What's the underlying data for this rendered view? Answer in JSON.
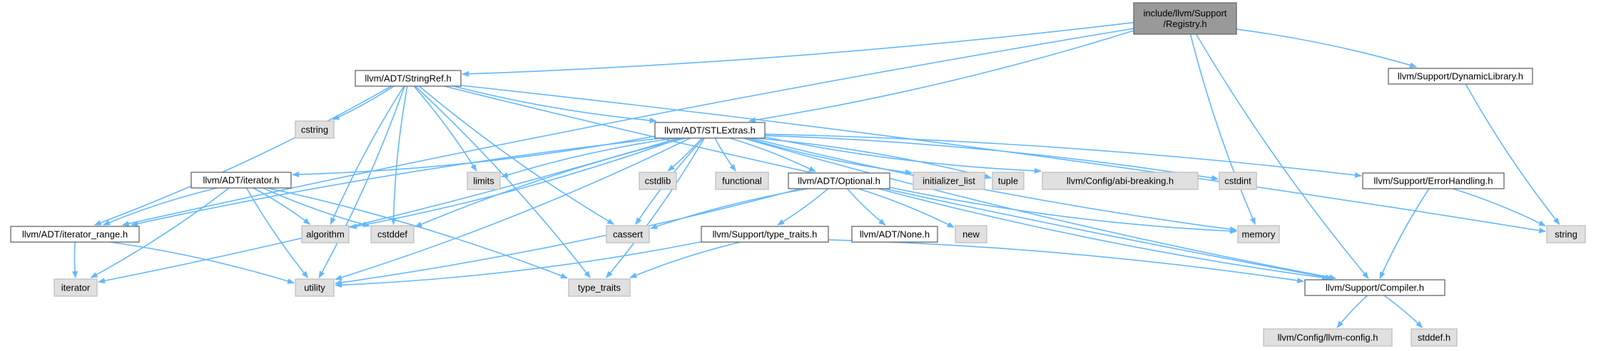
{
  "colors": {
    "root_fill": "#999999",
    "file_fill": "#ffffff",
    "system_fill": "#e0e0e0",
    "system_stroke": "#bfbfbf",
    "node_stroke": "#666666",
    "edge": "#63b8ff"
  },
  "nodes": [
    {
      "id": "registry",
      "label": [
        "include/llvm/Support",
        "/Registry.h"
      ],
      "kind": "root"
    },
    {
      "id": "stringref",
      "label": [
        "llvm/ADT/StringRef.h"
      ],
      "kind": "file"
    },
    {
      "id": "dynlib",
      "label": [
        "llvm/Support/DynamicLibrary.h"
      ],
      "kind": "file"
    },
    {
      "id": "cstring",
      "label": [
        "cstring"
      ],
      "kind": "system"
    },
    {
      "id": "stlextras",
      "label": [
        "llvm/ADT/STLExtras.h"
      ],
      "kind": "file"
    },
    {
      "id": "iterator_h",
      "label": [
        "llvm/ADT/iterator.h"
      ],
      "kind": "file"
    },
    {
      "id": "limits",
      "label": [
        "limits"
      ],
      "kind": "system"
    },
    {
      "id": "cstdlib",
      "label": [
        "cstdlib"
      ],
      "kind": "system"
    },
    {
      "id": "functional",
      "label": [
        "functional"
      ],
      "kind": "system"
    },
    {
      "id": "optional",
      "label": [
        "llvm/ADT/Optional.h"
      ],
      "kind": "file"
    },
    {
      "id": "initializer_list",
      "label": [
        "initializer_list"
      ],
      "kind": "system"
    },
    {
      "id": "tuple",
      "label": [
        "tuple"
      ],
      "kind": "system"
    },
    {
      "id": "abibreaking",
      "label": [
        "llvm/Config/abi-breaking.h"
      ],
      "kind": "system"
    },
    {
      "id": "cstdint",
      "label": [
        "cstdint"
      ],
      "kind": "system"
    },
    {
      "id": "errorhandling",
      "label": [
        "llvm/Support/ErrorHandling.h"
      ],
      "kind": "file"
    },
    {
      "id": "iterator_range",
      "label": [
        "llvm/ADT/iterator_range.h"
      ],
      "kind": "file"
    },
    {
      "id": "algorithm",
      "label": [
        "algorithm"
      ],
      "kind": "system"
    },
    {
      "id": "cstddef",
      "label": [
        "cstddef"
      ],
      "kind": "system"
    },
    {
      "id": "cassert",
      "label": [
        "cassert"
      ],
      "kind": "system"
    },
    {
      "id": "typetraits_h",
      "label": [
        "llvm/Support/type_traits.h"
      ],
      "kind": "file"
    },
    {
      "id": "none",
      "label": [
        "llvm/ADT/None.h"
      ],
      "kind": "file"
    },
    {
      "id": "new",
      "label": [
        "new"
      ],
      "kind": "system"
    },
    {
      "id": "memory",
      "label": [
        "memory"
      ],
      "kind": "system"
    },
    {
      "id": "string",
      "label": [
        "string"
      ],
      "kind": "system"
    },
    {
      "id": "iterator",
      "label": [
        "iterator"
      ],
      "kind": "system"
    },
    {
      "id": "utility",
      "label": [
        "utility"
      ],
      "kind": "system"
    },
    {
      "id": "type_traits",
      "label": [
        "type_traits"
      ],
      "kind": "system"
    },
    {
      "id": "compiler",
      "label": [
        "llvm/Support/Compiler.h"
      ],
      "kind": "file"
    },
    {
      "id": "llvmconfig",
      "label": [
        "llvm/Config/llvm-config.h"
      ],
      "kind": "system"
    },
    {
      "id": "stddef",
      "label": [
        "stddef.h"
      ],
      "kind": "system"
    }
  ],
  "edges": [
    [
      "registry",
      "stringref"
    ],
    [
      "registry",
      "iterator_range"
    ],
    [
      "registry",
      "stlextras"
    ],
    [
      "registry",
      "memory"
    ],
    [
      "registry",
      "dynlib"
    ],
    [
      "registry",
      "compiler"
    ],
    [
      "stringref",
      "cstring"
    ],
    [
      "stringref",
      "stlextras"
    ],
    [
      "stringref",
      "iterator_range"
    ],
    [
      "stringref",
      "algorithm"
    ],
    [
      "stringref",
      "utility"
    ],
    [
      "stringref",
      "cstddef"
    ],
    [
      "stringref",
      "limits"
    ],
    [
      "stringref",
      "cassert"
    ],
    [
      "stringref",
      "type_traits"
    ],
    [
      "stringref",
      "compiler"
    ],
    [
      "stringref",
      "string"
    ],
    [
      "dynlib",
      "string"
    ],
    [
      "stlextras",
      "iterator_h"
    ],
    [
      "stlextras",
      "iterator_range"
    ],
    [
      "stlextras",
      "iterator"
    ],
    [
      "stlextras",
      "limits"
    ],
    [
      "stlextras",
      "algorithm"
    ],
    [
      "stlextras",
      "cstddef"
    ],
    [
      "stlextras",
      "utility"
    ],
    [
      "stlextras",
      "cassert"
    ],
    [
      "stlextras",
      "cstdlib"
    ],
    [
      "stlextras",
      "functional"
    ],
    [
      "stlextras",
      "optional"
    ],
    [
      "stlextras",
      "initializer_list"
    ],
    [
      "stlextras",
      "tuple"
    ],
    [
      "stlextras",
      "abibreaking"
    ],
    [
      "stlextras",
      "cstdint"
    ],
    [
      "stlextras",
      "memory"
    ],
    [
      "stlextras",
      "type_traits"
    ],
    [
      "stlextras",
      "compiler"
    ],
    [
      "stlextras",
      "errorhandling"
    ],
    [
      "iterator_h",
      "iterator_range"
    ],
    [
      "iterator_h",
      "algorithm"
    ],
    [
      "iterator_h",
      "cstddef"
    ],
    [
      "iterator_h",
      "iterator"
    ],
    [
      "iterator_h",
      "utility"
    ],
    [
      "iterator_h",
      "type_traits"
    ],
    [
      "iterator_range",
      "iterator"
    ],
    [
      "iterator_range",
      "utility"
    ],
    [
      "optional",
      "cassert"
    ],
    [
      "optional",
      "typetraits_h"
    ],
    [
      "optional",
      "none"
    ],
    [
      "optional",
      "new"
    ],
    [
      "optional",
      "memory"
    ],
    [
      "optional",
      "utility"
    ],
    [
      "optional",
      "compiler"
    ],
    [
      "typetraits_h",
      "utility"
    ],
    [
      "typetraits_h",
      "type_traits"
    ],
    [
      "typetraits_h",
      "compiler"
    ],
    [
      "errorhandling",
      "compiler"
    ],
    [
      "errorhandling",
      "string"
    ],
    [
      "compiler",
      "llvmconfig"
    ],
    [
      "compiler",
      "stddef"
    ]
  ]
}
